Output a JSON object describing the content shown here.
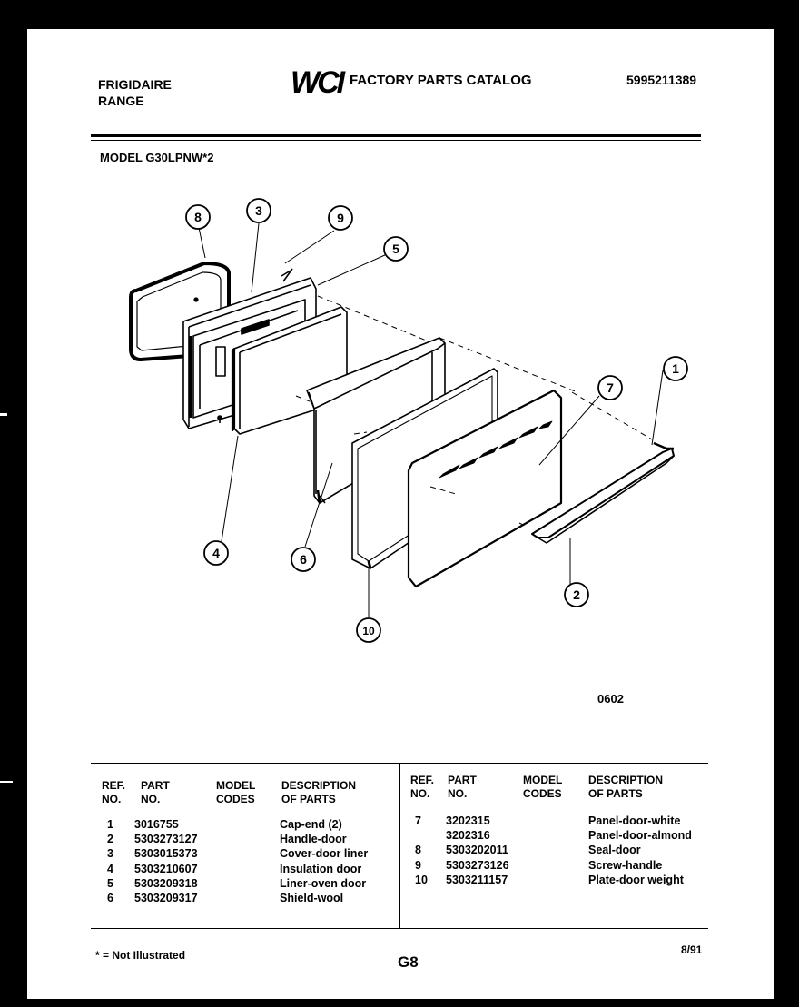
{
  "header": {
    "brand": "FRIGIDAIRE",
    "product": "RANGE",
    "logo_text": "WCI",
    "catalog_title": "FACTORY PARTS CATALOG",
    "catalog_number": "5995211389"
  },
  "model_label": "MODEL G30LPNW*2",
  "diagram": {
    "callouts": [
      "8",
      "3",
      "9",
      "5",
      "1",
      "7",
      "4",
      "6",
      "2",
      "10"
    ],
    "figure_code": "0602"
  },
  "table": {
    "headers": {
      "ref": [
        "REF.",
        "NO."
      ],
      "part": [
        "PART",
        "NO."
      ],
      "model": [
        "MODEL",
        "CODES"
      ],
      "desc": [
        "DESCRIPTION",
        "OF PARTS"
      ]
    },
    "left_rows": [
      {
        "ref": "1",
        "part": "3016755",
        "desc": "Cap-end (2)"
      },
      {
        "ref": "2",
        "part": "5303273127",
        "desc": "Handle-door"
      },
      {
        "ref": "3",
        "part": "5303015373",
        "desc": "Cover-door liner"
      },
      {
        "ref": "4",
        "part": "5303210607",
        "desc": "Insulation door"
      },
      {
        "ref": "5",
        "part": "5303209318",
        "desc": "Liner-oven door"
      },
      {
        "ref": "6",
        "part": "5303209317",
        "desc": "Shield-wool"
      }
    ],
    "right_rows": [
      {
        "ref": "7",
        "part": "3202315",
        "desc": "Panel-door-white"
      },
      {
        "ref": "",
        "part": "3202316",
        "desc": "Panel-door-almond"
      },
      {
        "ref": "8",
        "part": "5303202011",
        "desc": "Seal-door"
      },
      {
        "ref": "9",
        "part": "5303273126",
        "desc": "Screw-handle"
      },
      {
        "ref": "10",
        "part": "5303211157",
        "desc": "Plate-door weight"
      }
    ]
  },
  "footer": {
    "note": "* = Not Illustrated",
    "page": "G8",
    "date": "8/91"
  }
}
